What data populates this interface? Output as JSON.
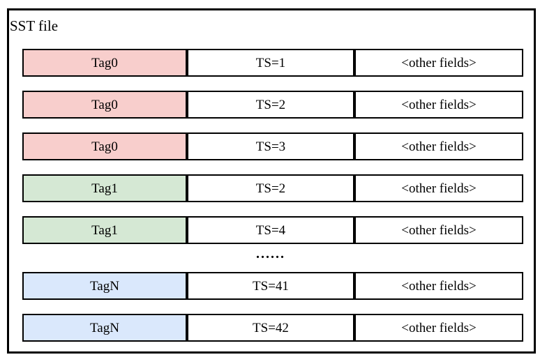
{
  "title": "SST file",
  "ellipsis": "......",
  "colors": {
    "red_fill": "#f8cecc",
    "red_stroke": "#b85450",
    "green_fill": "#d5e8d4",
    "green_stroke": "#82b366",
    "blue_fill": "#dae8fc",
    "blue_stroke": "#6c8ebf",
    "cell_border": "#000000"
  },
  "rows": [
    {
      "tag": "Tag0",
      "ts": "TS=1",
      "other": "<other fields>",
      "color": "red"
    },
    {
      "tag": "Tag0",
      "ts": "TS=2",
      "other": "<other fields>",
      "color": "red"
    },
    {
      "tag": "Tag0",
      "ts": "TS=3",
      "other": "<other fields>",
      "color": "red"
    },
    {
      "tag": "Tag1",
      "ts": "TS=2",
      "other": "<other fields>",
      "color": "green"
    },
    {
      "tag": "Tag1",
      "ts": "TS=4",
      "other": "<other fields>",
      "color": "green"
    },
    {
      "tag": "TagN",
      "ts": "TS=41",
      "other": "<other fields>",
      "color": "blue"
    },
    {
      "tag": "TagN",
      "ts": "TS=42",
      "other": "<other fields>",
      "color": "blue"
    }
  ]
}
